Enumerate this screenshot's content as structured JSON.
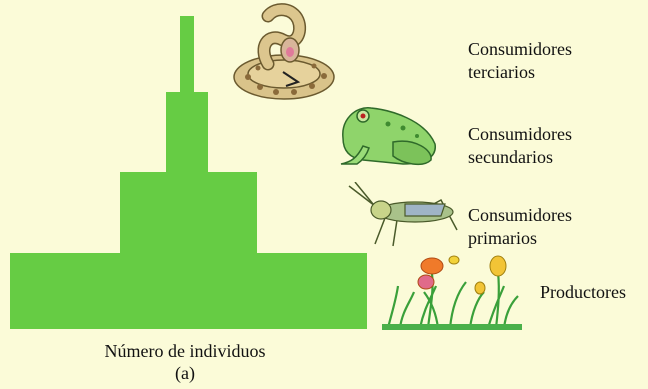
{
  "pyramid": {
    "levels": [
      {
        "key": "terciarios",
        "label": "Consumidores\nterciarios",
        "relative_count": 0.04
      },
      {
        "key": "secundarios",
        "label": "Consumidores\nsecundarios",
        "relative_count": 0.12
      },
      {
        "key": "primarios",
        "label": "Consumidores\nprimarios",
        "relative_count": 0.42
      },
      {
        "key": "productores",
        "label": "Productores",
        "relative_count": 1.0
      }
    ],
    "bar_color": "#66cc44",
    "background": "#fbfbd8"
  },
  "caption": {
    "line1": "Número de individuos",
    "line2": "(a)"
  },
  "icons": {
    "terciarios": "rattlesnake-icon",
    "secundarios": "frog-icon",
    "primarios": "grasshopper-icon",
    "productores": "flowers-icon"
  }
}
